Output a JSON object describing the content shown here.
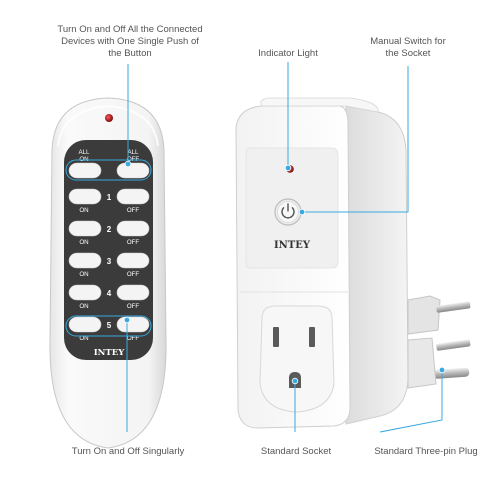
{
  "captions": {
    "all_buttons": [
      "Turn On and Off All the Connected",
      "Devices with One Single Push of",
      "the Button"
    ],
    "indicator": "Indicator Light",
    "manual_switch": [
      "Manual Switch for",
      "the Socket"
    ],
    "single": "Turn On and Off Singularly",
    "socket": "Standard Socket",
    "plug": "Standard Three-pin Plug"
  },
  "remote": {
    "brand": "INTEY",
    "all_on": [
      "ALL",
      "ON"
    ],
    "all_off": [
      "ALL",
      "OFF"
    ],
    "on_label": "ON",
    "off_label": "OFF",
    "channels": [
      "1",
      "2",
      "3",
      "4",
      "5"
    ]
  },
  "socket": {
    "brand": "INTEY",
    "power_icon": "power-icon"
  },
  "colors": {
    "highlight": "#3aa9e0",
    "remote_panel": "#3b3b3b",
    "indicator_led": "#b01818"
  }
}
